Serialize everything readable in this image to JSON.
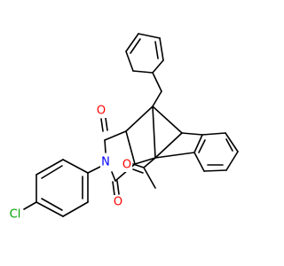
{
  "molecule": {
    "atoms": {
      "oxygen_top": {
        "label": "O",
        "color": "#ff0000"
      },
      "oxygen_bottom": {
        "label": "O",
        "color": "#ff0000"
      },
      "oxygen_acetyl": {
        "label": "O",
        "color": "#ff0000"
      },
      "nitrogen": {
        "label": "N",
        "color": "#0000ff"
      },
      "chlorine": {
        "label": "Cl",
        "color": "#00a000"
      }
    }
  }
}
